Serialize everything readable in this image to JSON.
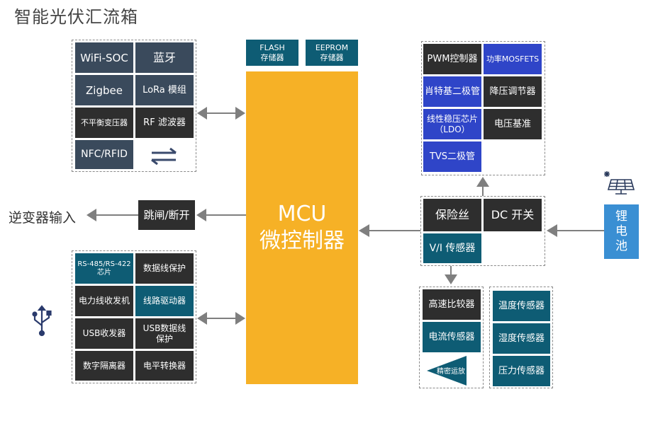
{
  "title": "智能光伏汇流箱",
  "comm_group": {
    "items": [
      "WiFi-SOC",
      "蓝牙",
      "Zigbee",
      "LoRa 模组",
      "不平衡变压器",
      "RF 滤波器",
      "NFC/RFID"
    ]
  },
  "memory": {
    "flash": "FLASH\n存储器",
    "eeprom": "EEPROM\n存储器"
  },
  "mcu": {
    "line1": "MCU",
    "line2": "微控制器"
  },
  "switch": {
    "label": "跳闸/断开"
  },
  "inverter": {
    "label": "逆变器输入"
  },
  "power_group": {
    "items": [
      "PWM控制器",
      "功率MOSFETS",
      "肖特基二极管",
      "降压调节器",
      "线性稳压芯片\n（LDO）",
      "电压基准",
      "TVS二极管"
    ]
  },
  "protect_group": {
    "items": [
      "保险丝",
      "DC 开关",
      "V/I 传感器"
    ]
  },
  "battery": {
    "label": "锂\n电\n池"
  },
  "interface_group": {
    "items": [
      "RS-485/RS-422\n芯片",
      "数据线保护",
      "电力线收发机",
      "线路驱动器",
      "USB收发器",
      "USB数据线\n保护",
      "数字隔离器",
      "电平转换器"
    ]
  },
  "signal_group": {
    "items": [
      "高速比较器",
      "电流传感器",
      "精密运放"
    ]
  },
  "sensor_group": {
    "items": [
      "温度传感器",
      "湿度传感器",
      "压力传感器"
    ]
  },
  "colors": {
    "slate": "#3a4a5c",
    "dark": "#2e2e2e",
    "teal": "#0e5c74",
    "blue": "#2f45c8",
    "mcu": "#f6b126",
    "battery": "#3a8fd3",
    "arrow": "#7f7f7f"
  }
}
